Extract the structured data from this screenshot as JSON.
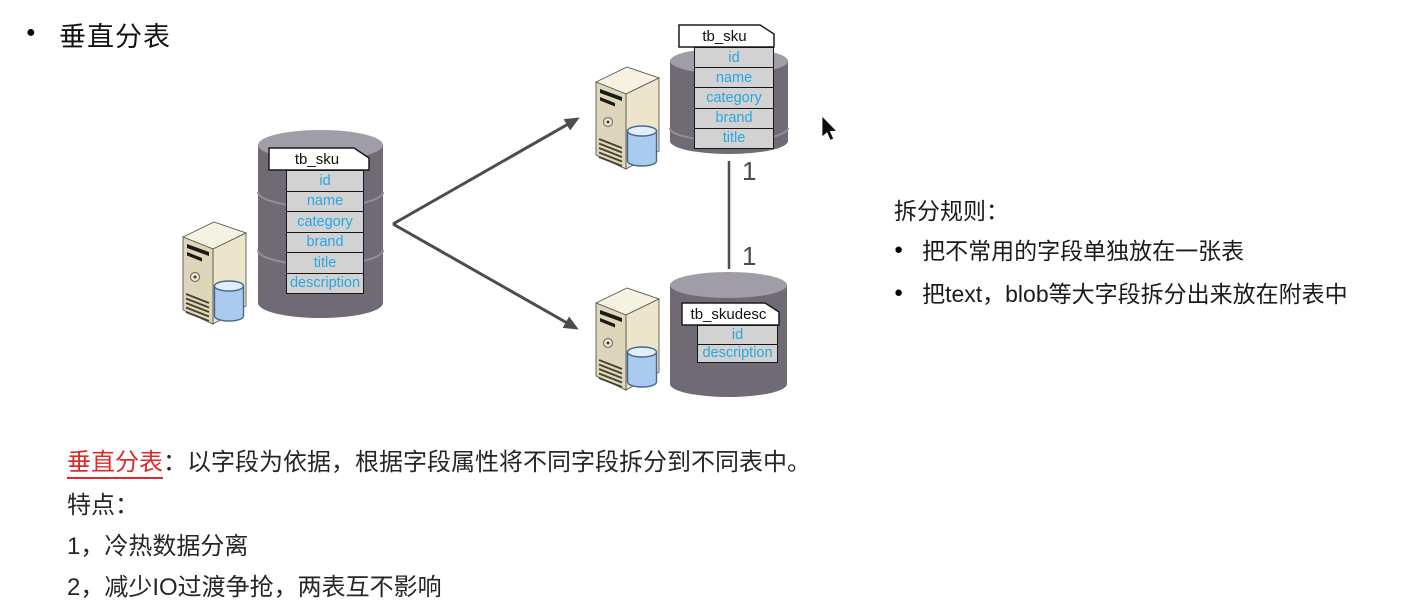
{
  "title": {
    "bullet": "●",
    "text": "垂直分表"
  },
  "diagram": {
    "source_table": {
      "name": "tb_sku",
      "fields": [
        "id",
        "name",
        "category",
        "brand",
        "title",
        "description"
      ]
    },
    "split_table_top": {
      "name": "tb_sku",
      "fields": [
        "id",
        "name",
        "category",
        "brand",
        "title"
      ]
    },
    "split_table_bottom": {
      "name": "tb_skudesc",
      "fields": [
        "id",
        "description"
      ]
    },
    "relation": {
      "top_label": "1",
      "bottom_label": "1"
    },
    "icons": {
      "server": "server-tower-with-database",
      "database": "database-cylinder",
      "cursor": "mouse-pointer"
    }
  },
  "rules": {
    "heading": "拆分规则：",
    "bullet": "●",
    "items": [
      "把不常用的字段单独放在一张表",
      "把text，blob等大字段拆分出来放在附表中"
    ]
  },
  "notes": {
    "term": "垂直分表",
    "separator": "：",
    "definition": "以字段为依据，根据字段属性将不同字段拆分到不同表中。",
    "features_heading": "特点：",
    "features": [
      "1，冷热数据分离",
      "2，减少IO过渡争抢，两表互不影响"
    ]
  },
  "colors": {
    "field_text": "#2aa7e0",
    "term_red": "#e02a2a",
    "cylinder_body": "#6f6a74",
    "cylinder_top": "#a19da6",
    "row_background": "#d2d2d2",
    "arrow": "#4c4c4c"
  }
}
